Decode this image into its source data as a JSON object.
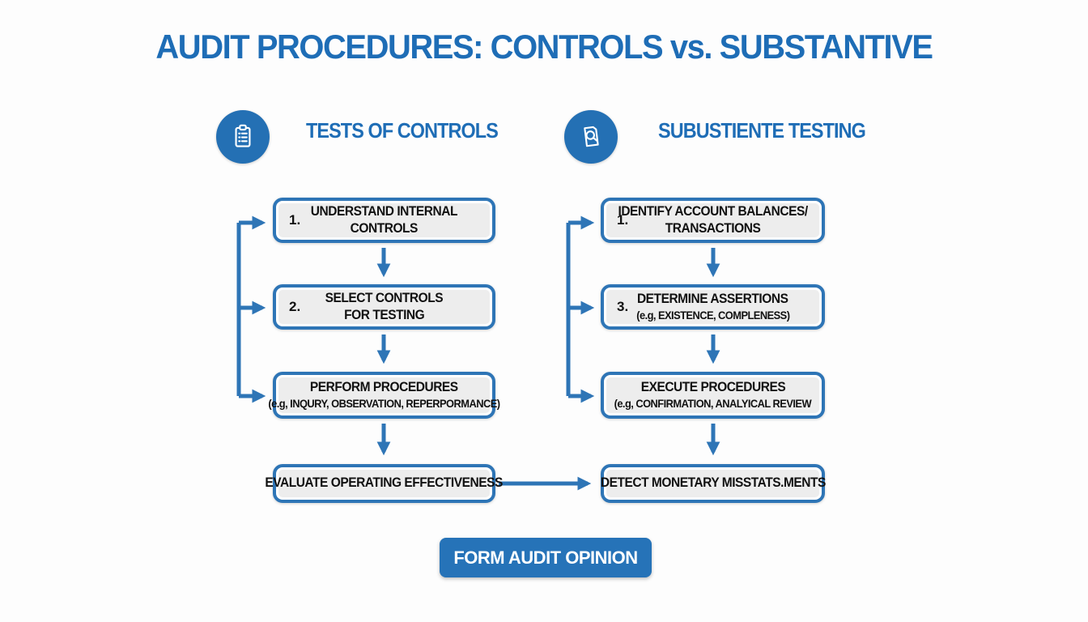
{
  "title": "AUDIT PROCEDURES: CONTROLS vs. SUBSTANTIVE",
  "columns": {
    "controls": {
      "header": "TESTS OF CONTROLS",
      "icon": "clipboard-checklist-icon",
      "steps": [
        {
          "number": "1.",
          "line1": "UNDERSTAND INTERNAL",
          "line2": "CONTROLS"
        },
        {
          "number": "2.",
          "line1": "SELECT CONTROLS",
          "line2": "FOR TESTING"
        },
        {
          "line1": "PERFORM PROCEDURES",
          "sub": "(e.g, INQURY, OBSERVATION, REPERPORMANCE)"
        },
        {
          "line1": "EVALUATE OPERATING EFFECTIVENESS"
        }
      ]
    },
    "substantive": {
      "header": "SUBUSTIENTE TESTING",
      "icon": "document-magnifier-icon",
      "steps": [
        {
          "number": "1.",
          "line1": "IDENTIFY ACCOUNT BALANCES/",
          "line2": "TRANSACTIONS"
        },
        {
          "number": "3.",
          "line1": "DETERMINE ASSERTIONS",
          "sub": "(e.g, EXISTENCE, COMPLENESS)"
        },
        {
          "line1": "EXECUTE PROCEDURES",
          "sub": "(e.g, CONFIRMATION, ANALYICAL REVIEW"
        },
        {
          "line1": "DETECT MONETARY MISSTATS.MENTS"
        }
      ]
    }
  },
  "footer": {
    "button_label": "FORM AUDIT OPINION"
  },
  "colors": {
    "title_blue": "#1e6db6",
    "arrow_blue": "#2e75b6",
    "box_border_blue": "#2e75b6",
    "box_fill_gray": "#ededed",
    "icon_circle_blue": "#2470b4",
    "button_blue": "#2673b8",
    "text_dark": "#111111"
  }
}
